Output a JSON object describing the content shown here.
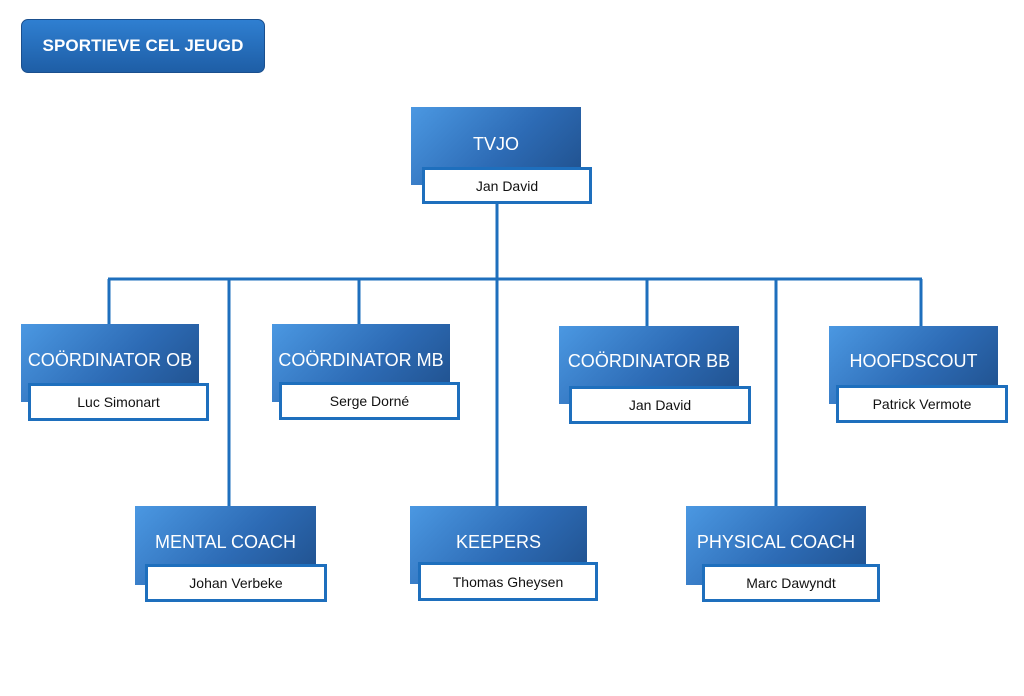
{
  "title": "SPORTIEVE CEL JEUGD",
  "colors": {
    "role_box": "#2d6bb5",
    "name_border": "#1e6fbd",
    "connector": "#1e6fbd",
    "banner": "#2a74c4"
  },
  "nodes": {
    "tvjo": {
      "role": "TVJO",
      "name": "Jan David"
    },
    "coordinator_ob": {
      "role": "COÖRDINATOR OB",
      "name": "Luc Simonart"
    },
    "coordinator_mb": {
      "role": "COÖRDINATOR MB",
      "name": "Serge Dorné"
    },
    "coordinator_bb": {
      "role": "COÖRDINATOR BB",
      "name": "Jan David"
    },
    "hoofdscout": {
      "role": "HOOFDSCOUT",
      "name": "Patrick Vermote"
    },
    "mental_coach": {
      "role": "MENTAL COACH",
      "name": "Johan Verbeke"
    },
    "keepers": {
      "role": "KEEPERS",
      "name": "Thomas Gheysen"
    },
    "physical_coach": {
      "role": "PHYSICAL COACH",
      "name": "Marc Dawyndt"
    }
  }
}
